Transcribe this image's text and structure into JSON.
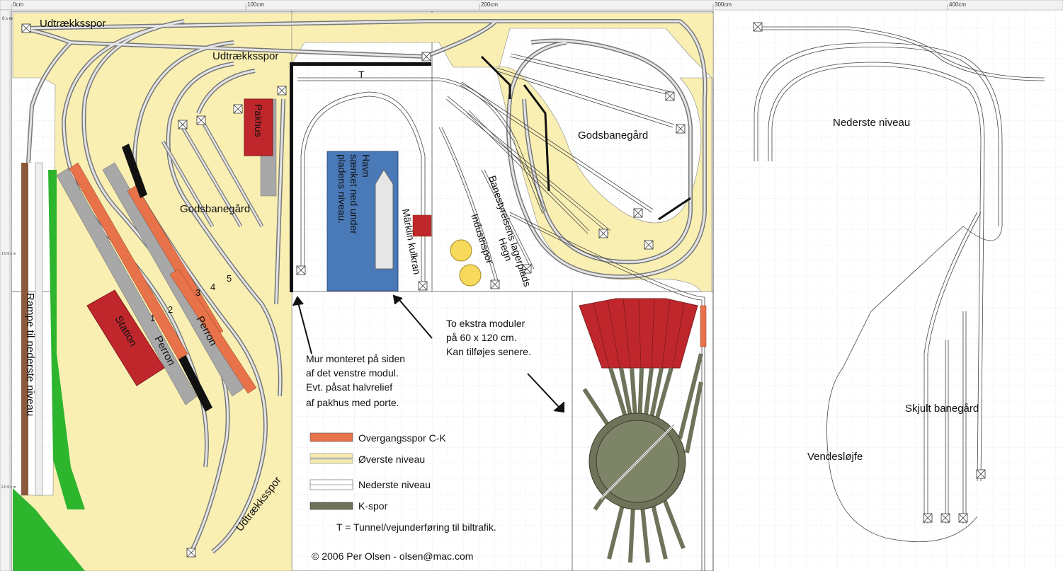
{
  "ruler": {
    "top_ticks": [
      "0cm",
      "100cm",
      "200cm",
      "300cm",
      "400cm"
    ],
    "left_ticks": [
      "0 c m",
      "1 0 0 c m",
      "2 0 0 c m"
    ]
  },
  "labels": {
    "udtraek_1": "Udtrækksspor",
    "udtraek_2": "Udtrækksspor",
    "udtraek_3": "Udtrækksspor",
    "tunnel_t": "T",
    "pakhus": "Pakhus",
    "godsbane_left": "Godsbanegård",
    "godsbane_right": "Godsbanegård",
    "station": "Station",
    "perron_1": "Perron",
    "perron_2": "Perron",
    "track_1": "1",
    "track_2": "2",
    "track_3": "3",
    "track_4": "4",
    "track_5": "5",
    "rampe": "Rampe til nederste niveau",
    "havn_1": "Havn",
    "havn_2": "sænket ned under",
    "havn_3": "pladens niveau.",
    "marklin": "Märklin kulkran",
    "industrispor": "Industrispor",
    "hegn": "Hegn",
    "banestyrelse": "Banestyrelsens lagerplads",
    "nederste_niveau": "Nederste niveau",
    "skjult": "Skjult banegård",
    "vendesloejfe": "Vendesløjfe"
  },
  "notes": {
    "mur_1": "Mur monteret på siden",
    "mur_2": "af det venstre modul.",
    "mur_3": "Evt. påsat halvrelief",
    "mur_4": "af pakhus med porte.",
    "ekstra_1": "To ekstra moduler",
    "ekstra_2": "på 60 x 120 cm.",
    "ekstra_3": "Kan tilføjes senere."
  },
  "legend": {
    "items": [
      {
        "label": "Overgangsspor C-K",
        "color": "#e8734a"
      },
      {
        "label": "Øverste niveau",
        "color": "#f7ebad"
      },
      {
        "label": "Nederste niveau",
        "color": "#ffffff"
      },
      {
        "label": "K-spor",
        "color": "#6e735a"
      }
    ],
    "tunnel_note": "T = Tunnel/vejunderføring til biltrafik."
  },
  "copyright": "© 2006 Per Olsen - olsen@mac.com",
  "colors": {
    "upper_level": "#f9efb3",
    "track_upper": "#c8c8c8",
    "platform": "#a8a8a8",
    "station": "#c0272d",
    "harbour": "#4a79b8",
    "ramp": "#8b5a3c",
    "grass": "#2db52d",
    "k_track": "#6e735a",
    "turntable_shed": "#c0272d",
    "transition": "#e8734a",
    "grid": "#b8c4d8"
  }
}
